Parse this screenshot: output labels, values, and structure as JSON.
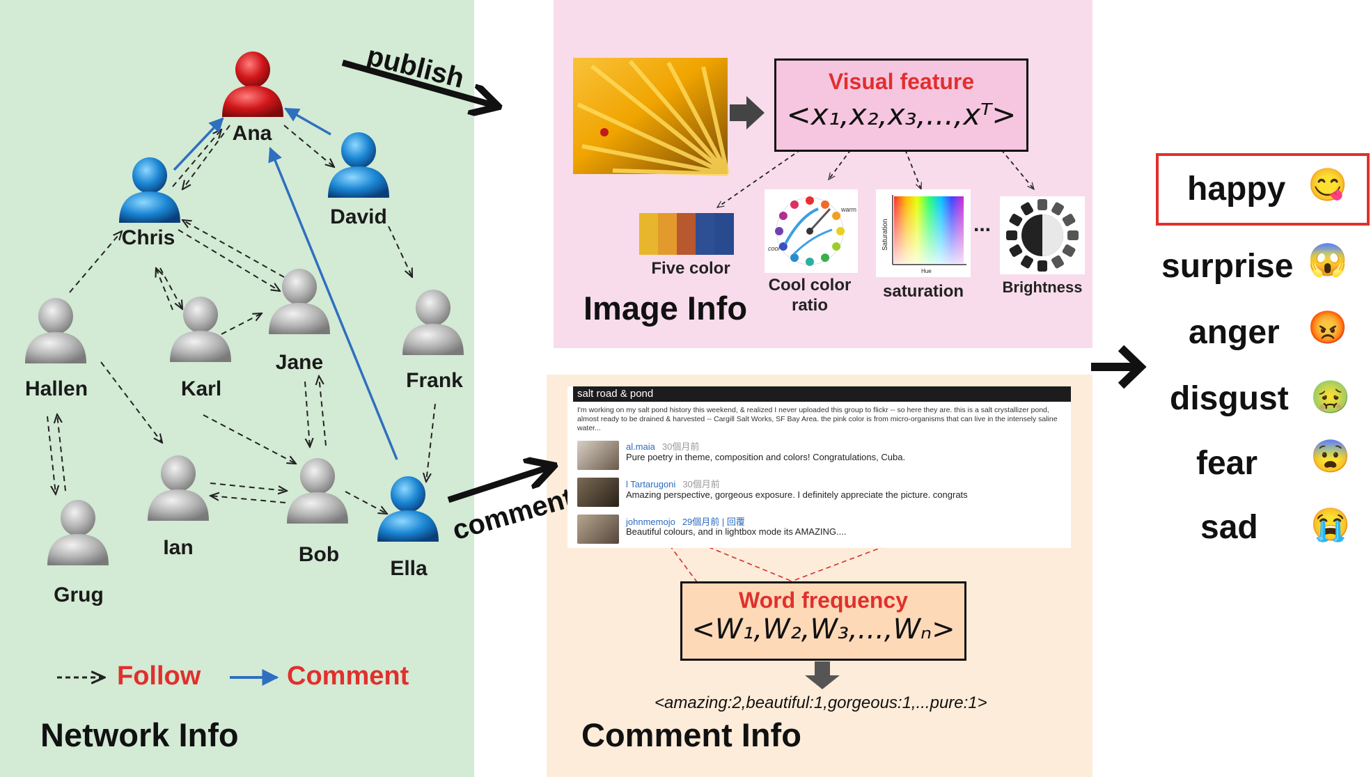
{
  "network": {
    "title": "Network Info",
    "nodes": [
      {
        "id": "ana",
        "label": "Ana",
        "color": "red"
      },
      {
        "id": "chris",
        "label": "Chris",
        "color": "blue"
      },
      {
        "id": "david",
        "label": "David",
        "color": "blue"
      },
      {
        "id": "hallen",
        "label": "Hallen",
        "color": "gray"
      },
      {
        "id": "karl",
        "label": "Karl",
        "color": "gray"
      },
      {
        "id": "jane",
        "label": "Jane",
        "color": "gray"
      },
      {
        "id": "frank",
        "label": "Frank",
        "color": "gray"
      },
      {
        "id": "ian",
        "label": "Ian",
        "color": "gray"
      },
      {
        "id": "bob",
        "label": "Bob",
        "color": "gray"
      },
      {
        "id": "ella",
        "label": "Ella",
        "color": "blue"
      },
      {
        "id": "grug",
        "label": "Grug",
        "color": "gray"
      }
    ],
    "legend": {
      "follow": "Follow",
      "comment": "Comment"
    }
  },
  "arrows": {
    "publish": "publish",
    "comment": "comment"
  },
  "image_info": {
    "title": "Image Info",
    "visual_feature_title": "Visual feature",
    "visual_feature_formula": "<x₁,x₂,x₃,...,xᵀ>",
    "features": [
      {
        "label": "Five color"
      },
      {
        "label": "Cool color\nratio"
      },
      {
        "label": "saturation"
      },
      {
        "label": "Brightness"
      }
    ],
    "ellipsis": "...",
    "wheel_labels": {
      "warm": "warm",
      "cool": "cool"
    },
    "saturation_axes": {
      "y": "Saturation",
      "x": "Hue"
    },
    "five_colors": [
      "#e8b62c",
      "#e39a2c",
      "#b8582e",
      "#2e4f94",
      "#284a8e"
    ]
  },
  "comment_info": {
    "title": "Comment Info",
    "screenshot": {
      "header": "salt road & pond",
      "description": "I'm working on my salt pond history this weekend, & realized I never uploaded this group to flickr -- so here they are. this is a salt crystallizer pond, almost ready to be drained & harvested -- Cargill Salt Works, SF Bay Area. the pink color is from micro-organisms that can live in the intensely saline water...",
      "comments": [
        {
          "user": "al.maia",
          "time": "30個月前",
          "text": "Pure poetry in theme, composition and colors! Congratulations, Cuba."
        },
        {
          "user": "l Tartarugoni",
          "time": "30個月前",
          "text": "Amazing perspective, gorgeous exposure. I definitely appreciate the picture. congrats"
        },
        {
          "user": "johnmemojo",
          "time": "29個月前 | 回覆",
          "text": "Beautiful colours, and in lightbox mode its AMAZING...."
        }
      ]
    },
    "word_freq_title": "Word frequency",
    "word_freq_formula": "<W₁,W₂,W₃,...,Wₙ>",
    "word_freq_example": "<amazing:2,beautiful:1,gorgeous:1,...pure:1>"
  },
  "emotions": {
    "items": [
      {
        "label": "happy",
        "emoji": "😋",
        "highlighted": true
      },
      {
        "label": "surprise",
        "emoji": "😱",
        "highlighted": false
      },
      {
        "label": "anger",
        "emoji": "😡",
        "highlighted": false
      },
      {
        "label": "disgust",
        "emoji": "🤢",
        "highlighted": false
      },
      {
        "label": "fear",
        "emoji": "😨",
        "highlighted": false
      },
      {
        "label": "sad",
        "emoji": "😭",
        "highlighted": false
      }
    ],
    "highlight_color": "#e0302d"
  }
}
